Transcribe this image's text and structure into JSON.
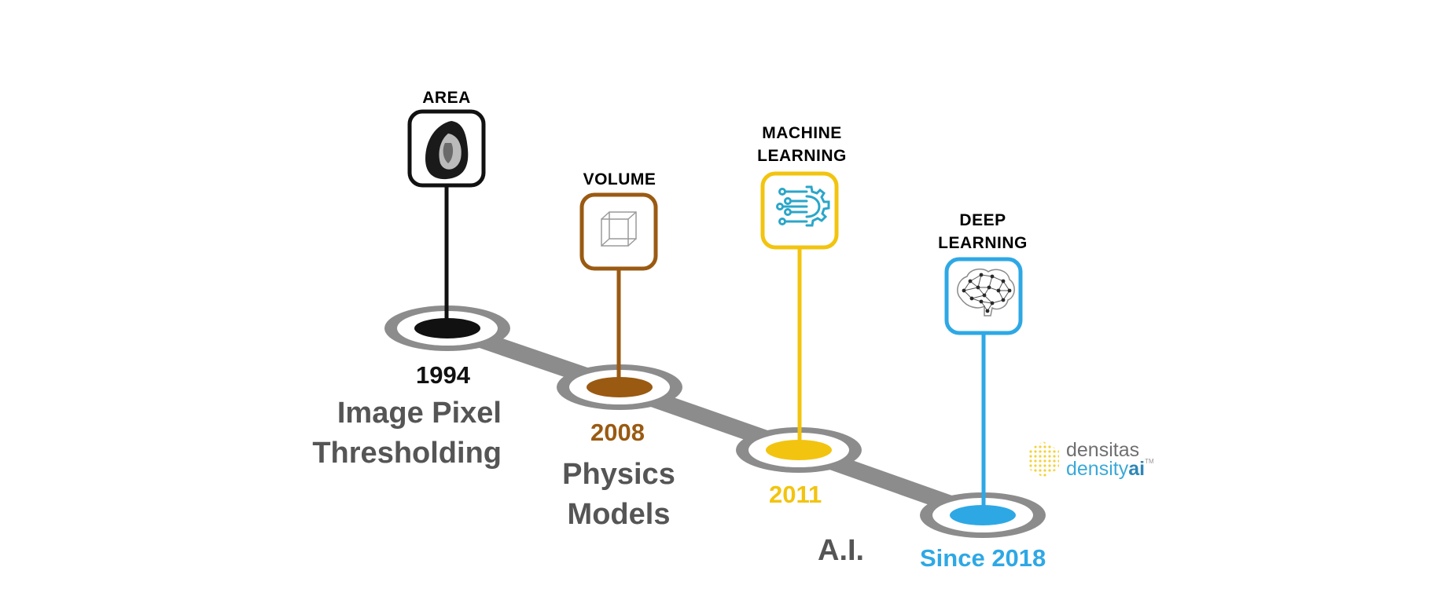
{
  "colors": {
    "area": "#111111",
    "volume": "#9a5a12",
    "machine_learning": "#f2c40f",
    "deep_learning": "#2ea8e5",
    "track": "#8c8c8c",
    "text_gray": "#555555"
  },
  "milestones": [
    {
      "id": "area",
      "label_lines": [
        "AREA"
      ],
      "icon": "breast-scan-icon",
      "year": "1994",
      "description_lines": [
        "Image Pixel",
        "Thresholding"
      ]
    },
    {
      "id": "volume",
      "label_lines": [
        "VOLUME"
      ],
      "icon": "wireframe-cube-icon",
      "year": "2008",
      "description_lines": [
        "Physics",
        "Models"
      ]
    },
    {
      "id": "machine_learning",
      "label_lines": [
        "MACHINE",
        "LEARNING"
      ],
      "icon": "circuit-gear-icon",
      "year": "2011",
      "description_lines": []
    },
    {
      "id": "deep_learning",
      "label_lines": [
        "DEEP",
        "LEARNING"
      ],
      "icon": "neural-brain-icon",
      "year": "Since 2018",
      "description_lines": []
    }
  ],
  "ai_label": "A.I.",
  "brand": {
    "name": "densitas",
    "product_main": "density",
    "product_accent": "ai",
    "trademark": "TM"
  }
}
